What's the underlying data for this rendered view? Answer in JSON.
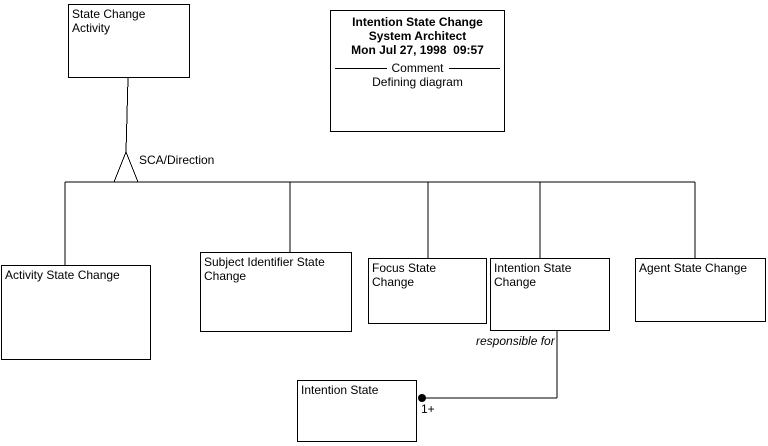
{
  "note": {
    "title": "Intention State Change",
    "subtitle": "System Architect",
    "datetime": "Mon Jul 27, 1998  09:57",
    "comment_label": "Comment",
    "comment_text": "Defining diagram"
  },
  "nodes": {
    "state_change_activity": {
      "label": "State Change Activity"
    },
    "activity_state_change": {
      "label": "Activity State Change"
    },
    "subject_identifier_state_change": {
      "label": "Subject Identifier State Change"
    },
    "focus_state_change": {
      "label": "Focus State Change"
    },
    "intention_state_change": {
      "label": "Intention State Change"
    },
    "agent_state_change": {
      "label": "Agent State Change"
    },
    "intention_state": {
      "label": "Intention State"
    }
  },
  "edges": {
    "branch_label": "SCA/Direction",
    "relationship_label": "responsible for",
    "multiplicity_label": "1+"
  },
  "colors": {
    "line": "#000000",
    "background": "#ffffff"
  }
}
